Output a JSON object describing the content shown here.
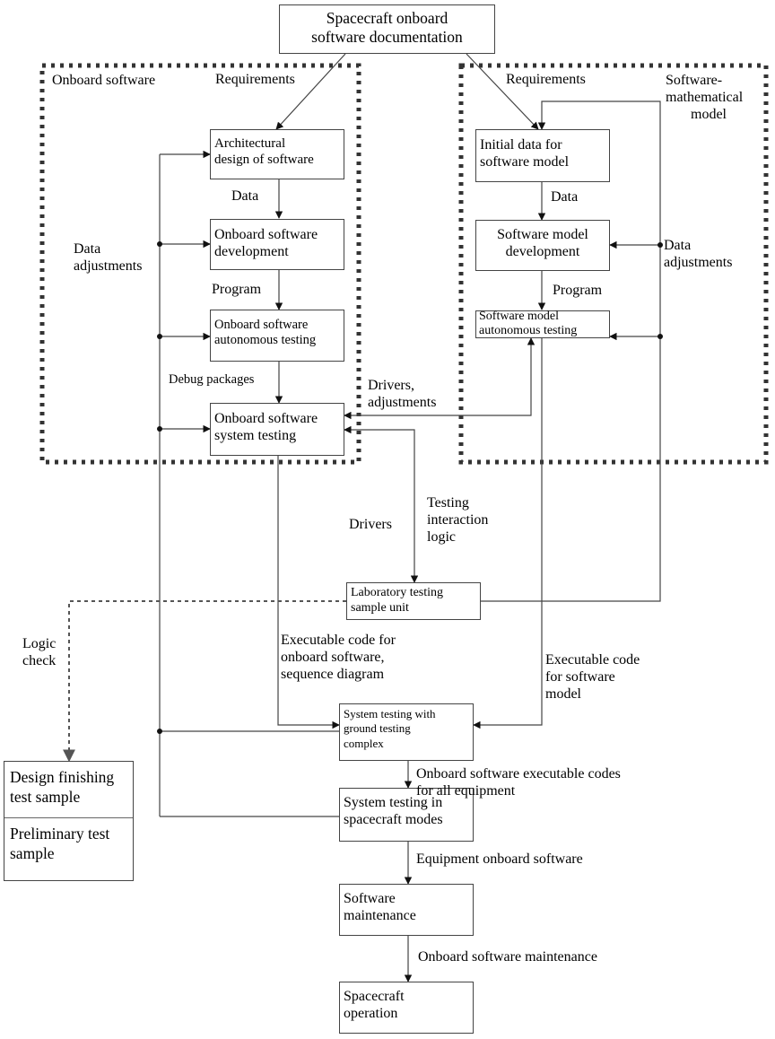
{
  "nodes": {
    "documentation": [
      "Spacecraft onboard",
      "software documentation"
    ],
    "arch_design": [
      "Architectural",
      "design of software"
    ],
    "obs_development": [
      "Onboard software",
      "development"
    ],
    "obs_autonomous": [
      "Onboard software",
      "autonomous testing"
    ],
    "obs_system": [
      "Onboard software",
      "system testing"
    ],
    "initial_data": [
      "Initial data for",
      "software model"
    ],
    "sm_development": [
      "Software model",
      "development"
    ],
    "sm_autonomous": [
      "Software model",
      "autonomous testing"
    ],
    "lab_unit": [
      "Laboratory testing",
      "sample unit"
    ],
    "ground_testing": [
      "System testing with",
      "ground testing",
      "complex"
    ],
    "sc_modes": [
      "System testing in",
      "spacecraft modes"
    ],
    "maintenance": [
      "Software",
      "maintenance"
    ],
    "operation": [
      "Spacecraft",
      "operation"
    ],
    "test_sample": {
      "top": [
        "Design finishing",
        "test sample"
      ],
      "bottom": [
        "Preliminary test",
        "sample"
      ]
    }
  },
  "groups": {
    "left": "Onboard software",
    "right": [
      "Software-",
      "mathematical",
      "model"
    ]
  },
  "labels": {
    "requirements_left": "Requirements",
    "requirements_right": "Requirements",
    "data_left": "Data",
    "data_right": "Data",
    "program_left": "Program",
    "program_right": "Program",
    "debug_packages": "Debug packages",
    "data_adjustments_left": [
      "Data",
      "adjustments"
    ],
    "data_adjustments_right": [
      "Data",
      "adjustments"
    ],
    "drivers_adjustments": [
      "Drivers,",
      "adjustments"
    ],
    "drivers": "Drivers",
    "testing_logic": [
      "Testing",
      "interaction",
      "logic"
    ],
    "logic_check": [
      "Logic",
      "check"
    ],
    "exec_obs": [
      "Executable code for",
      "onboard software,",
      "sequence diagram"
    ],
    "exec_sm": [
      "Executable code",
      "for software",
      "model"
    ],
    "exec_all": [
      "Onboard software executable codes",
      "for all equipment"
    ],
    "equipment_obs": "Equipment onboard software",
    "obs_maintenance": "Onboard software maintenance"
  },
  "colors": {
    "line": "#444444",
    "dotted_border": "#333333",
    "dashed_line": "#555555"
  }
}
